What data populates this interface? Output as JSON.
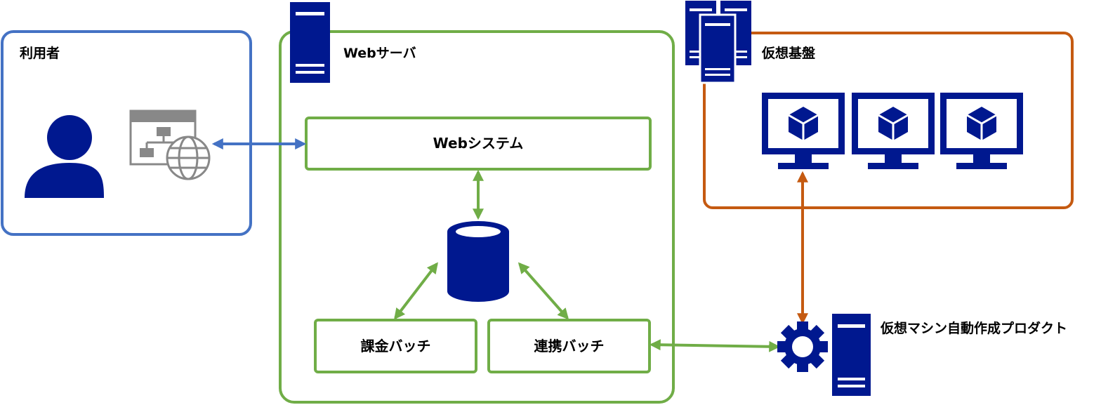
{
  "groups": {
    "user": {
      "label": "利用者"
    },
    "web_server": {
      "label": "Webサーバ"
    },
    "virtual_infra": {
      "label": "仮想基盤"
    }
  },
  "nodes": {
    "web_system": {
      "label": "Webシステム"
    },
    "billing_batch": {
      "label": "課金バッチ"
    },
    "link_batch": {
      "label": "連携バッチ"
    },
    "vm_product": {
      "label": "仮想マシン自動作成プロダクト"
    }
  },
  "icons": {
    "person": "person-icon",
    "browser": "web-browser-globe-icon",
    "server": "server-icon",
    "server_cluster": "server-cluster-icon",
    "database": "database-icon",
    "vm": "virtual-machine-monitor-icon",
    "gear": "gear-icon"
  },
  "colors": {
    "user_group": "#4472C4",
    "web_group": "#70AD47",
    "infra_group": "#C55A11",
    "icon_navy": "#00188F",
    "icon_gray": "#888888"
  }
}
